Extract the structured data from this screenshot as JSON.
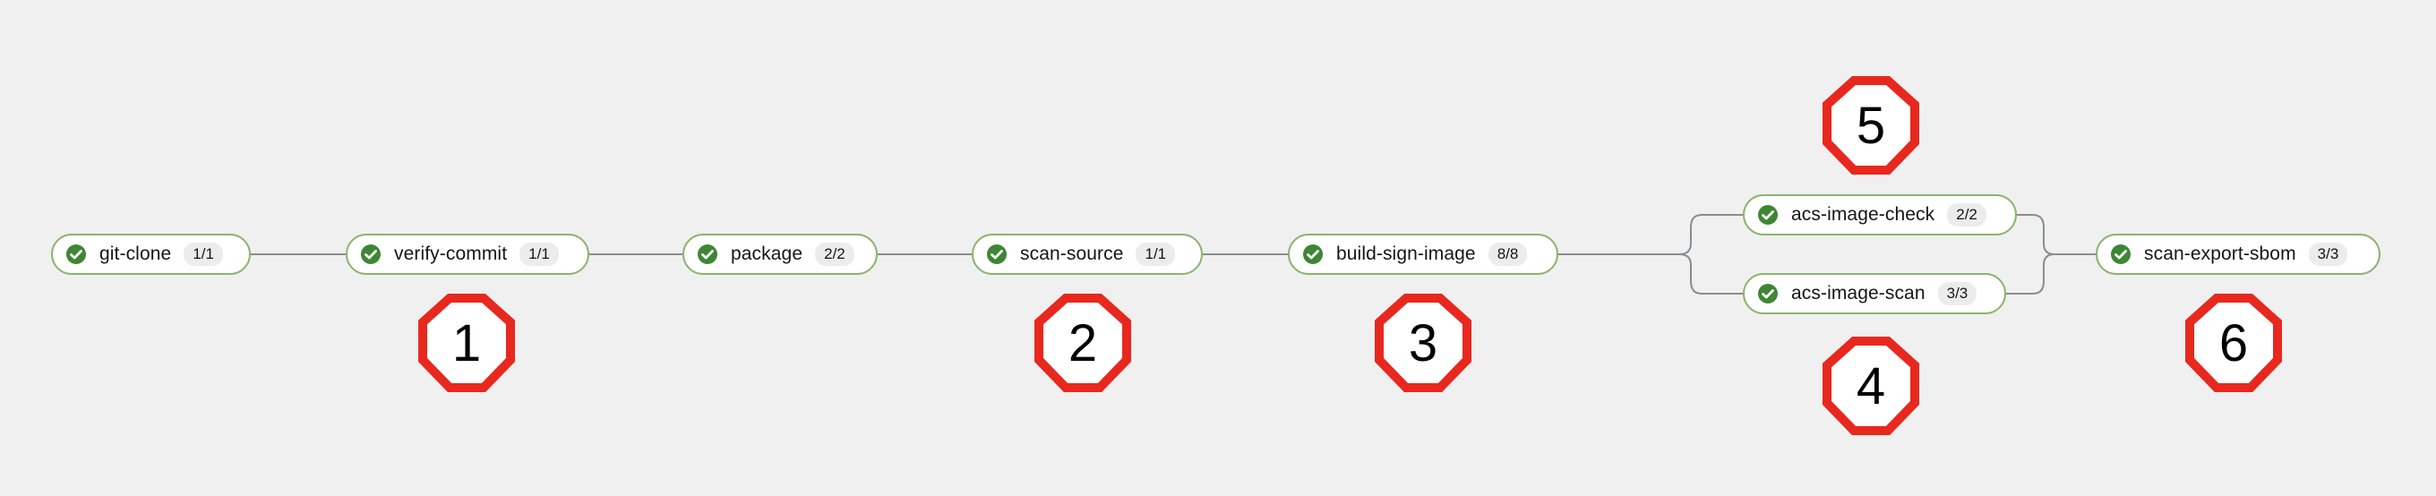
{
  "colors": {
    "background": "#f0f0f0",
    "pill_border": "#8bb56f",
    "success": "#3e8635",
    "connector": "#8a8d90",
    "marker_stroke": "#e8281e"
  },
  "tasks": [
    {
      "label": "git-clone",
      "count": "1/1",
      "status": "succeeded",
      "icon": "check-circle-icon"
    },
    {
      "label": "verify-commit",
      "count": "1/1",
      "status": "succeeded",
      "icon": "check-circle-icon"
    },
    {
      "label": "package",
      "count": "2/2",
      "status": "succeeded",
      "icon": "check-circle-icon"
    },
    {
      "label": "scan-source",
      "count": "1/1",
      "status": "succeeded",
      "icon": "check-circle-icon"
    },
    {
      "label": "build-sign-image",
      "count": "8/8",
      "status": "succeeded",
      "icon": "check-circle-icon"
    },
    {
      "label": "acs-image-check",
      "count": "2/2",
      "status": "succeeded",
      "icon": "check-circle-icon"
    },
    {
      "label": "acs-image-scan",
      "count": "3/3",
      "status": "succeeded",
      "icon": "check-circle-icon"
    },
    {
      "label": "scan-export-sbom",
      "count": "3/3",
      "status": "succeeded",
      "icon": "check-circle-icon"
    }
  ],
  "markers": [
    "1",
    "2",
    "3",
    "4",
    "5",
    "6"
  ]
}
